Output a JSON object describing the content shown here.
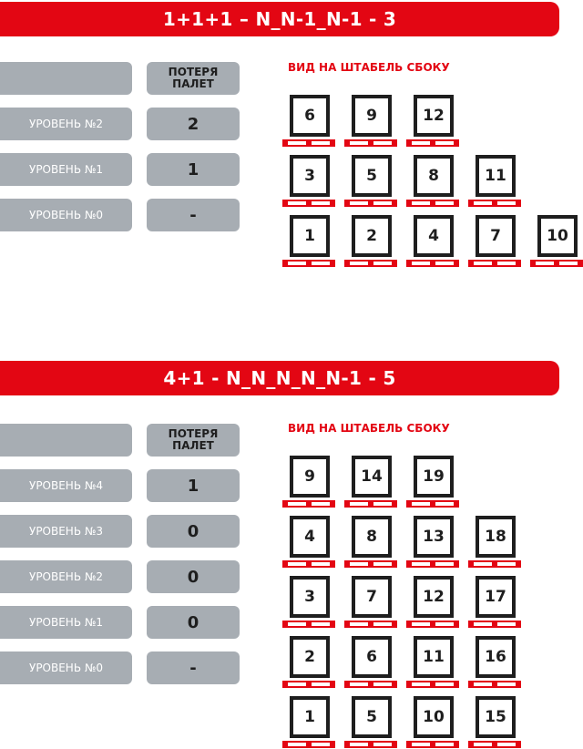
{
  "sections": [
    {
      "banner": "1+1+1 – N_N-1_N-1 - 3",
      "header_line1": "ПОТЕРЯ",
      "header_line2": "ПАЛЕТ",
      "stack_title": "ВИД НА ШТАБЕЛЬ СБОКУ",
      "levels": [
        {
          "label": "УРОВЕНЬ №2",
          "value": "2"
        },
        {
          "label": "УРОВЕНЬ №1",
          "value": "1"
        },
        {
          "label": "УРОВЕНЬ №0",
          "value": "-"
        }
      ],
      "stack_rows": [
        [
          "6",
          "9",
          "12"
        ],
        [
          "3",
          "5",
          "8",
          "11"
        ],
        [
          "1",
          "2",
          "4",
          "7",
          "10"
        ]
      ]
    },
    {
      "banner": "4+1 - N_N_N_N_N-1 - 5",
      "header_line1": "ПОТЕРЯ",
      "header_line2": "ПАЛЕТ",
      "stack_title": "ВИД НА ШТАБЕЛЬ СБОКУ",
      "levels": [
        {
          "label": "УРОВЕНЬ №4",
          "value": "1"
        },
        {
          "label": "УРОВЕНЬ №3",
          "value": "0"
        },
        {
          "label": "УРОВЕНЬ №2",
          "value": "0"
        },
        {
          "label": "УРОВЕНЬ №1",
          "value": "0"
        },
        {
          "label": "УРОВЕНЬ №0",
          "value": "-"
        }
      ],
      "stack_rows": [
        [
          "9",
          "14",
          "19"
        ],
        [
          "4",
          "8",
          "13",
          "18"
        ],
        [
          "3",
          "7",
          "12",
          "17"
        ],
        [
          "2",
          "6",
          "11",
          "16"
        ],
        [
          "1",
          "5",
          "10",
          "15"
        ]
      ]
    }
  ],
  "colors": {
    "accent": "#e30613",
    "box": "#a7adb3",
    "ink": "#1e1e1e"
  }
}
